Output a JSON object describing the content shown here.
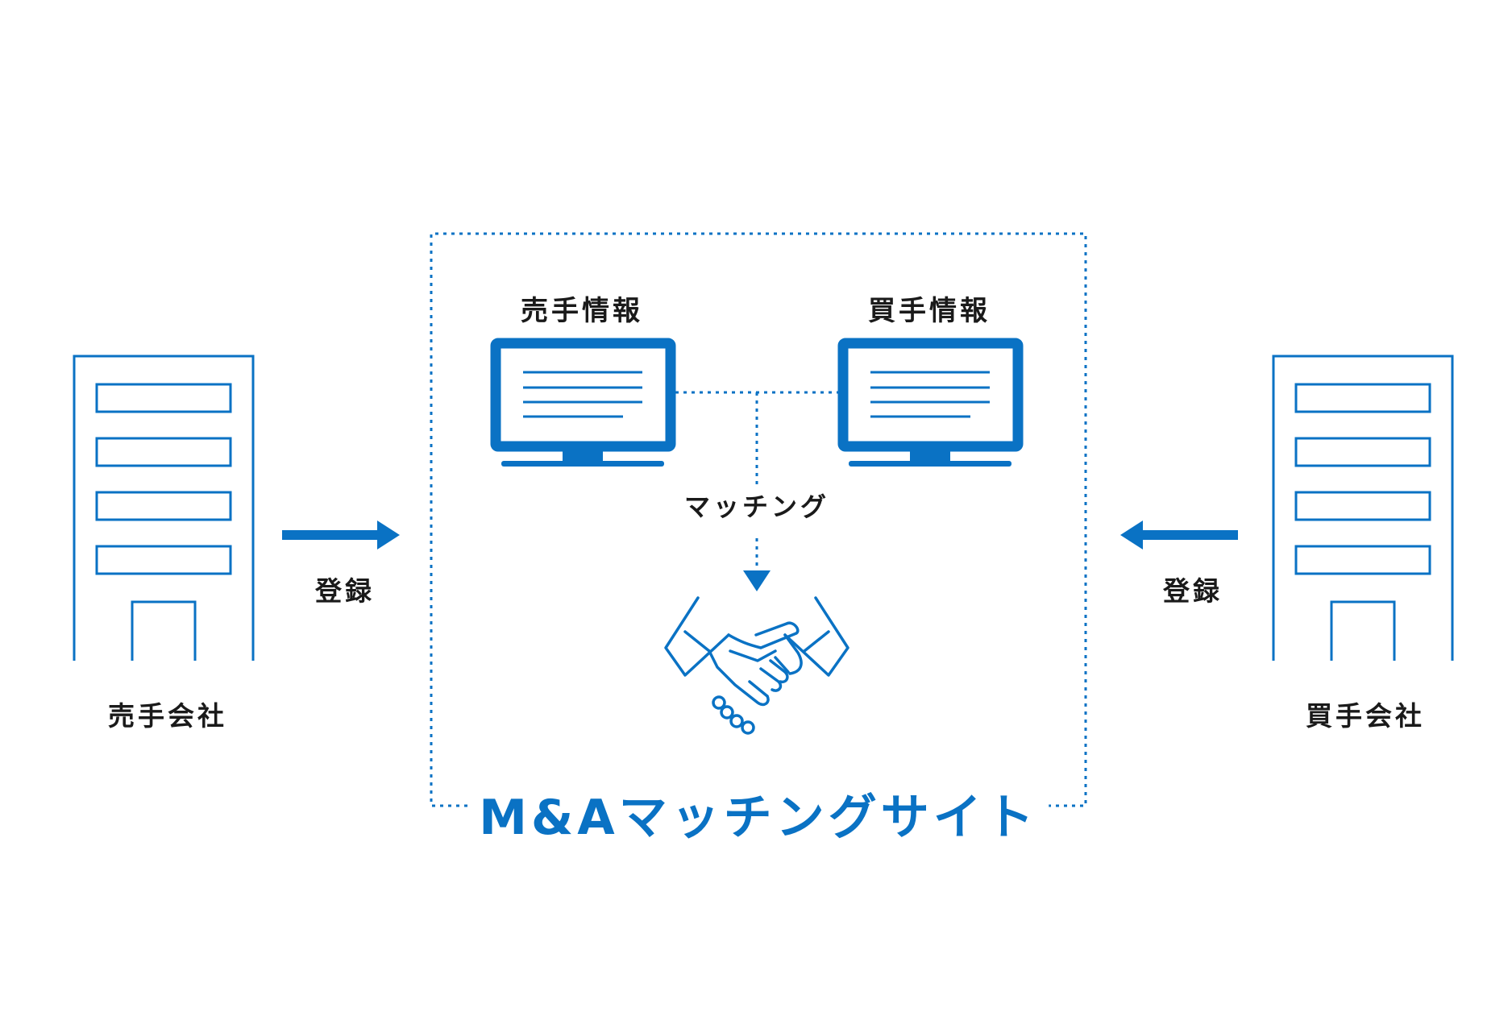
{
  "seller_company": {
    "label": "売手会社"
  },
  "buyer_company": {
    "label": "買手会社"
  },
  "register_left": {
    "label": "登録"
  },
  "register_right": {
    "label": "登録"
  },
  "seller_info": {
    "label": "売手情報"
  },
  "buyer_info": {
    "label": "買手情報"
  },
  "matching": {
    "label": "マッチング"
  },
  "site": {
    "title": "M&Aマッチングサイト"
  },
  "icons": [
    "building-icon",
    "arrow-right-icon",
    "arrow-left-icon",
    "monitor-icon",
    "handshake-icon"
  ],
  "colors": {
    "accent": "#0a72c4",
    "text": "#1a1a1a",
    "background": "#ffffff"
  }
}
